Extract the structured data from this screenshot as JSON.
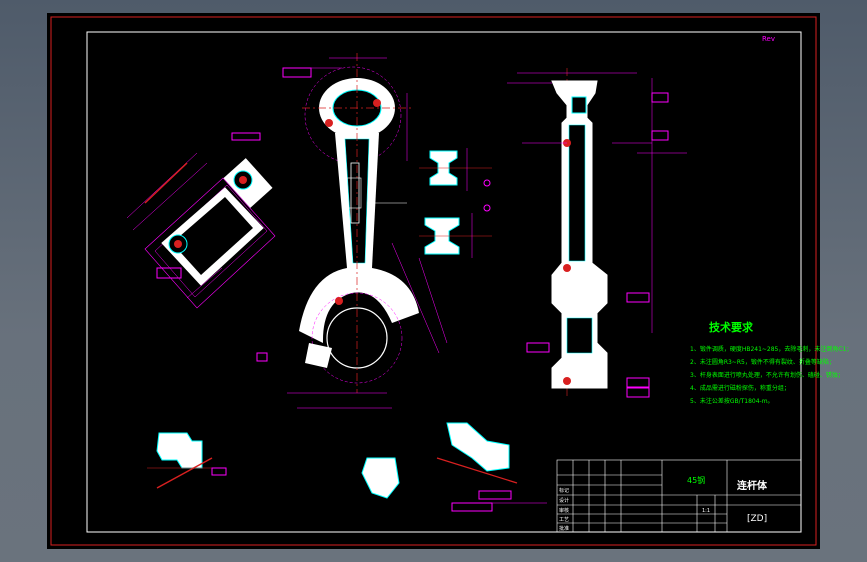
{
  "sheet_tag": "Rev",
  "tech_requirements": {
    "title": "技术要求",
    "items": [
      "1、锻件调质，硬度HB241~285，去除毛刺，未注倒角C1；",
      "2、未注圆角R3~R5，锻件不得有裂纹、折叠等缺陷；",
      "3、杆身表面进行喷丸处理，不允许有划伤、磕碰、锈蚀；",
      "4、成品需进行磁粉探伤，称重分组；",
      "5、未注公差按GB/T1804-m。"
    ]
  },
  "title_block": {
    "part_name": "连杆体",
    "drawing_code": "[ZD]",
    "material": "45钢",
    "scale_ratio": "1:1",
    "row_labels": [
      "标记",
      "设计",
      "审核",
      "工艺",
      "批准"
    ]
  },
  "colors": {
    "background": "#000000",
    "outline": "#ffffff",
    "dimension": "#ff00ff",
    "hatch": "#00ffff",
    "centerline": "#ff2020",
    "notes": "#00ff00",
    "frame": "#ffffff"
  }
}
